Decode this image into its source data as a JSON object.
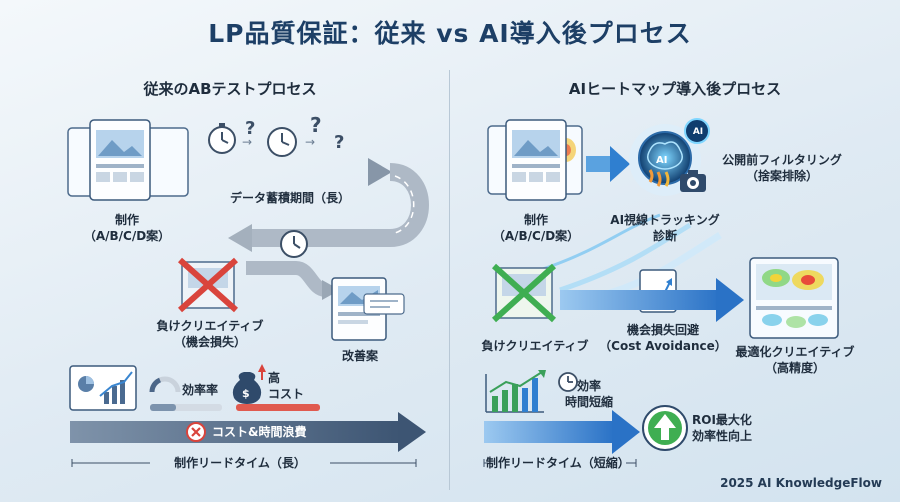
{
  "title": "LP品質保証：従来 vs AI導入後プロセス",
  "left": {
    "section_title": "従来のABテストプロセス",
    "production_label_1": "制作",
    "production_label_2": "（A/B/C/D案）",
    "data_period_label": "データ蓄積期間（長）",
    "losing_creative_1": "負けクリエイティブ",
    "losing_creative_2": "（機会損失）",
    "improved_label": "改善案",
    "efficiency_label": "効率率",
    "high_cost_1": "高",
    "high_cost_2": "コスト",
    "waste_label": "コスト&時間浪費",
    "lead_time_label": "制作リードタイム（長）"
  },
  "right": {
    "section_title": "AIヒートマップ導入後プロセス",
    "ai_badge": "AI",
    "production_label_1": "制作",
    "production_label_2": "（A/B/C/D案）",
    "eye_tracking_1": "AI視線トラッキング",
    "eye_tracking_2": "診断",
    "prefilter_1": "公開前フィルタリング",
    "prefilter_2": "（捨案排除）",
    "losing_creative": "負けクリエイティブ",
    "cost_avoid_1": "機会損失回避",
    "cost_avoid_2": "（Cost Avoidance）",
    "optimized_1": "最適化クリエイティブ",
    "optimized_2": "（高精度）",
    "efficiency_1": "効率",
    "efficiency_2": "時間短縮",
    "roi_1": "ROI最大化",
    "roi_2": "効率性向上",
    "lead_time_label": "制作リードタイム（短縮）"
  },
  "footer": "2025 AI KnowledgeFlow",
  "colors": {
    "navy": "#1d3f66",
    "arrow_gray": "#8e9bab",
    "arrow_blue": "#2f7fd0",
    "red_x": "#d9443c",
    "green": "#3fae52"
  }
}
